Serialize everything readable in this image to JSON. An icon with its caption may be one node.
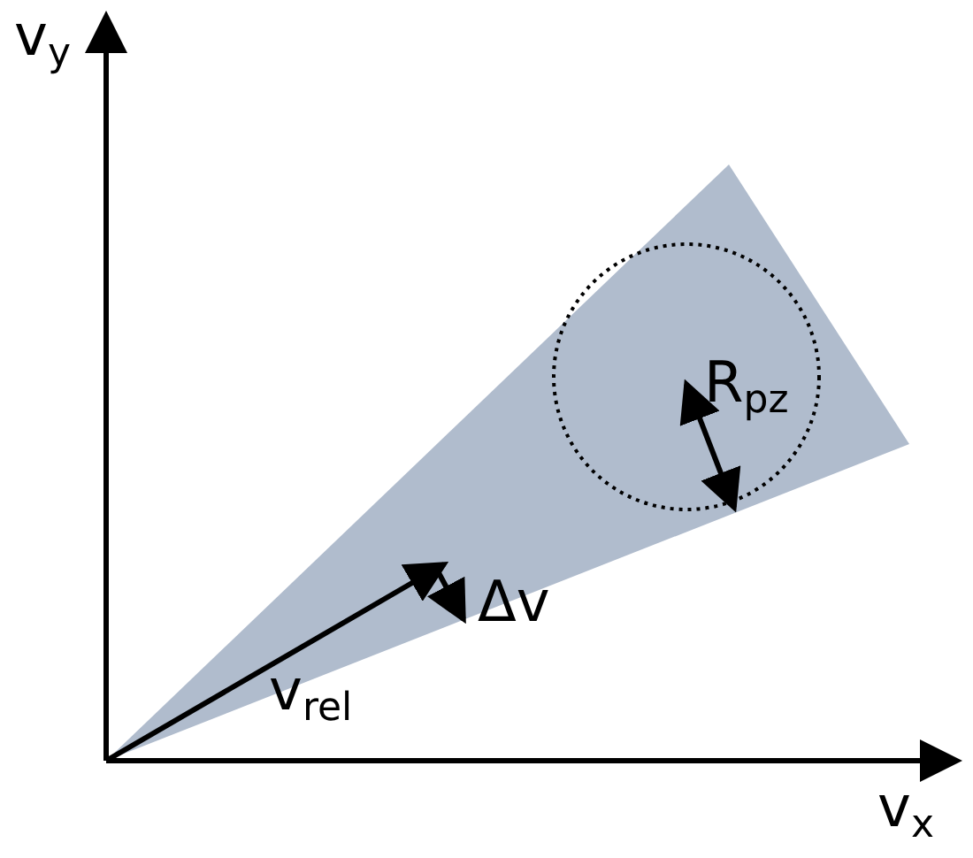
{
  "diagram": {
    "labels": [
      "v$_{y}$",
      "R$_{pz}$",
      "Δv",
      "v$_{rel}$",
      "v$_{x}$"
    ]
  }
}
